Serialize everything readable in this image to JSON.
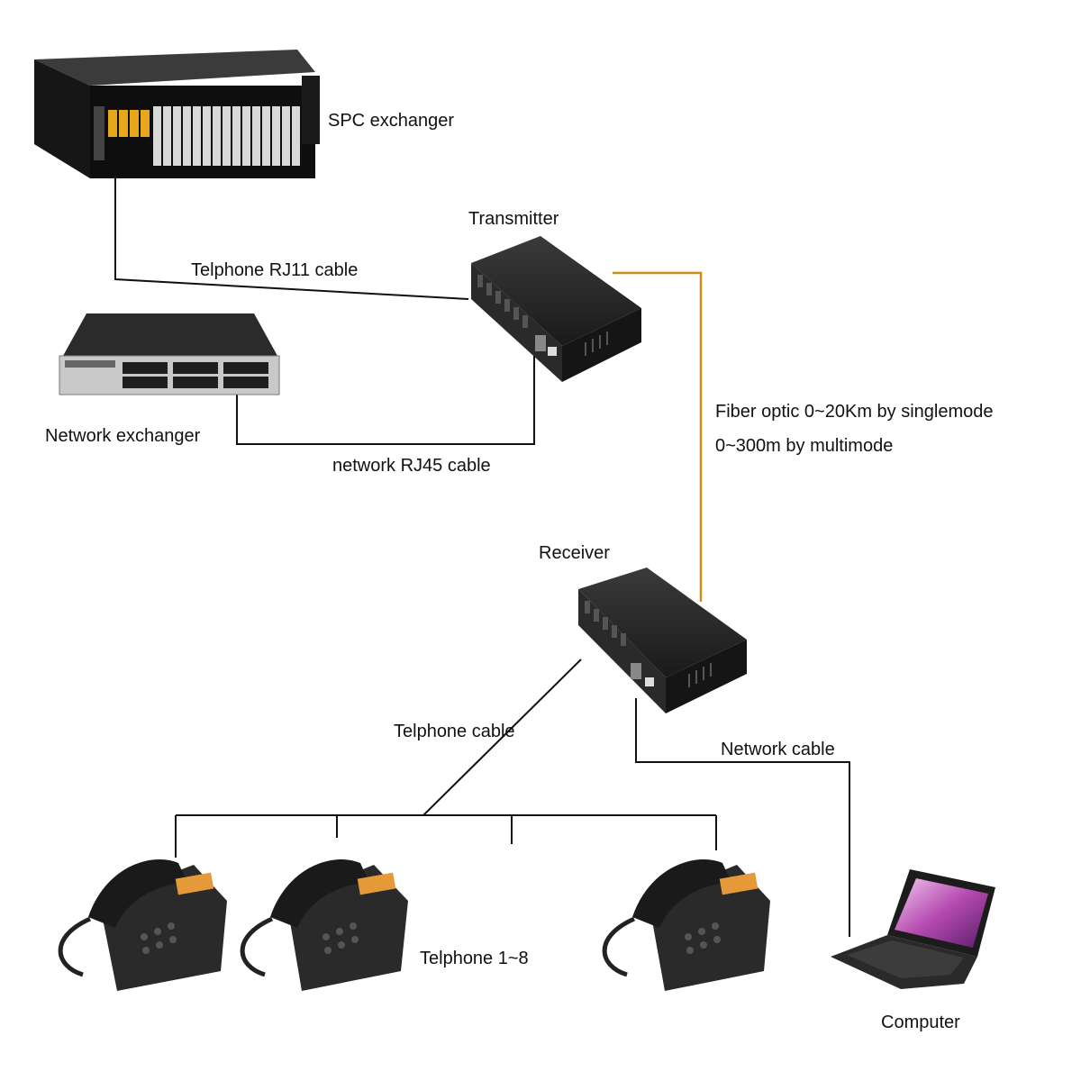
{
  "devices": {
    "spc_exchanger": "SPC exchanger",
    "transmitter": "Transmitter",
    "network_exchanger": "Network exchanger",
    "receiver": "Receiver",
    "telephones": "Telphone 1~8",
    "computer": "Computer"
  },
  "cables": {
    "rj11": "Telphone RJ11 cable",
    "rj45": "network RJ45 cable",
    "fiber_line1": "Fiber optic 0~20Km by singlemode",
    "fiber_line2": "0~300m by multimode",
    "telephone_cable": "Telphone cable",
    "network_cable": "Network cable"
  },
  "colors": {
    "fiber": "#c8901a",
    "cable": "#111111",
    "device_body": "#1e1e1e"
  }
}
